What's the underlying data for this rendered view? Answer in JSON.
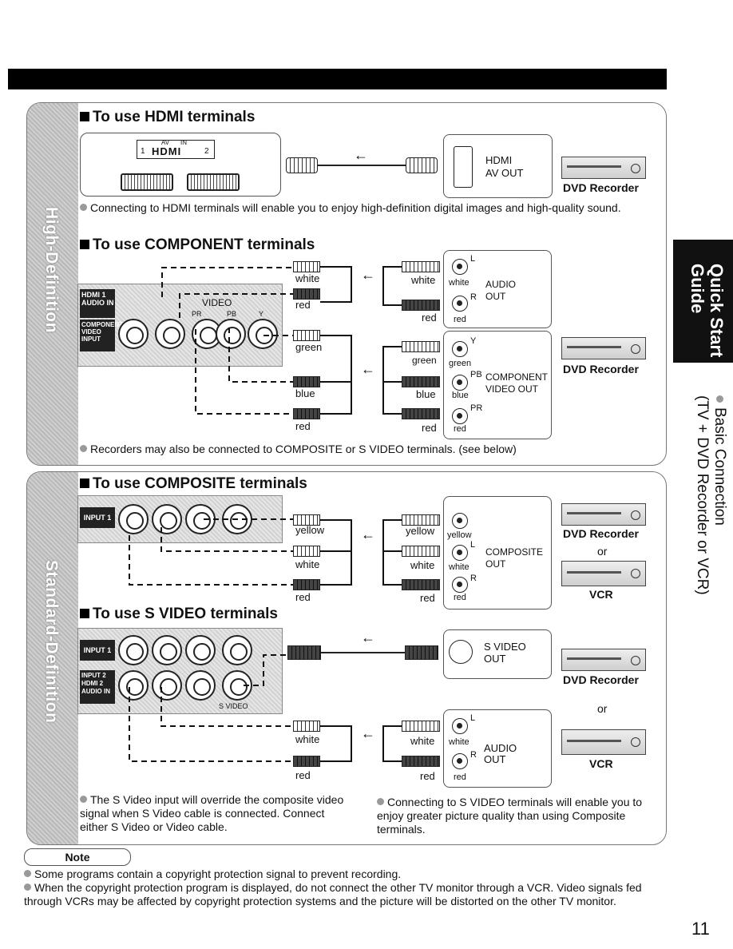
{
  "side_tabs": {
    "high_definition": "High-Definition",
    "standard_definition": "Standard-Definition"
  },
  "hdmi": {
    "heading": "To use HDMI terminals",
    "av_label": "AV",
    "in_label": "IN",
    "hdmi_logo": "HDMI",
    "port1": "1",
    "port2": "2",
    "device_out_line1": "HDMI",
    "device_out_line2": "AV OUT",
    "device_name": "DVD Recorder",
    "bullet": "Connecting to HDMI terminals will enable you to enjoy high-definition digital images and high-quality sound."
  },
  "component": {
    "heading": "To use COMPONENT terminals",
    "panel_labels": {
      "hdmi1_audio_in": "HDMI 1\nAUDIO IN",
      "component_video_input": "COMPONENT\nVIDEO\nINPUT",
      "video": "VIDEO",
      "pr": "PR",
      "pb": "PB",
      "y": "Y"
    },
    "cables_left": [
      "white",
      "red",
      "green",
      "blue",
      "red"
    ],
    "cables_right": [
      "white",
      "red",
      "green",
      "blue",
      "red"
    ],
    "audio_out": {
      "jack_labels": [
        "L",
        "R"
      ],
      "colors": [
        "white",
        "red"
      ],
      "title_line1": "AUDIO",
      "title_line2": "OUT"
    },
    "video_out": {
      "jack_labels": [
        "Y",
        "PB",
        "PR"
      ],
      "colors": [
        "green",
        "blue",
        "red"
      ],
      "title_line1": "COMPONENT",
      "title_line2": "VIDEO OUT"
    },
    "device_name": "DVD Recorder",
    "bullet": "Recorders may also be connected to COMPOSITE or S VIDEO terminals. (see below)"
  },
  "composite": {
    "heading": "To use COMPOSITE terminals",
    "input_label": "INPUT 1",
    "cables_left": [
      "yellow",
      "white",
      "red"
    ],
    "cables_right": [
      "yellow",
      "white",
      "red"
    ],
    "jack_colors": [
      "yellow",
      "white",
      "red"
    ],
    "jack_labels": [
      "L",
      "R"
    ],
    "out_line1": "COMPOSITE",
    "out_line2": "OUT",
    "device1": "DVD Recorder",
    "or": "or",
    "device2": "VCR"
  },
  "svideo": {
    "heading": "To use S VIDEO terminals",
    "input1": "INPUT 1",
    "input2": "INPUT 2",
    "hdmi2_audio_in": "HDMI 2\nAUDIO IN",
    "svideo_label": "S VIDEO",
    "out_line1": "S VIDEO",
    "out_line2": "OUT",
    "device1": "DVD Recorder",
    "or": "or",
    "device2": "VCR",
    "cables_left": [
      "white",
      "red"
    ],
    "cables_right": [
      "white",
      "red"
    ],
    "audio_jacks": [
      "L",
      "R"
    ],
    "audio_colors": [
      "white",
      "red"
    ],
    "audio_line1": "AUDIO",
    "audio_line2": "OUT",
    "bullet_left": "The S Video input will override the composite video signal when S Video cable is connected. Connect either S Video or Video cable.",
    "bullet_right": "Connecting to S VIDEO terminals will enable you to enjoy greater picture quality than using Composite terminals."
  },
  "quick_start": {
    "line1": "Quick Start",
    "line2": "Guide"
  },
  "side_caption": {
    "line1": "Basic Connection",
    "line2": "(TV + DVD Recorder or VCR)"
  },
  "note": {
    "title": "Note",
    "items": [
      "Some programs contain a copyright protection signal to prevent recording.",
      "When the copyright protection program is displayed, do not connect the other TV monitor through a VCR. Video signals fed through VCRs may be affected by copyright protection systems and the picture will be distorted on the other TV monitor."
    ]
  },
  "page_number": "11"
}
